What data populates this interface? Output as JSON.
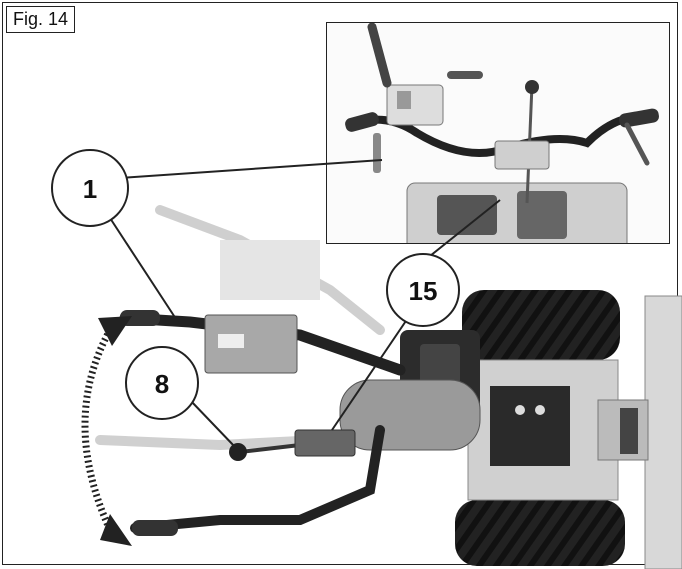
{
  "figure": {
    "label": "Fig. 14"
  },
  "callouts": [
    {
      "id": "1",
      "label": "1"
    },
    {
      "id": "8",
      "label": "8"
    },
    {
      "id": "15",
      "label": "15"
    }
  ],
  "icons": [
    "control-lever-icon",
    "handlebar-icon",
    "wheel-icon",
    "engine-icon",
    "rotation-arrow-icon"
  ]
}
